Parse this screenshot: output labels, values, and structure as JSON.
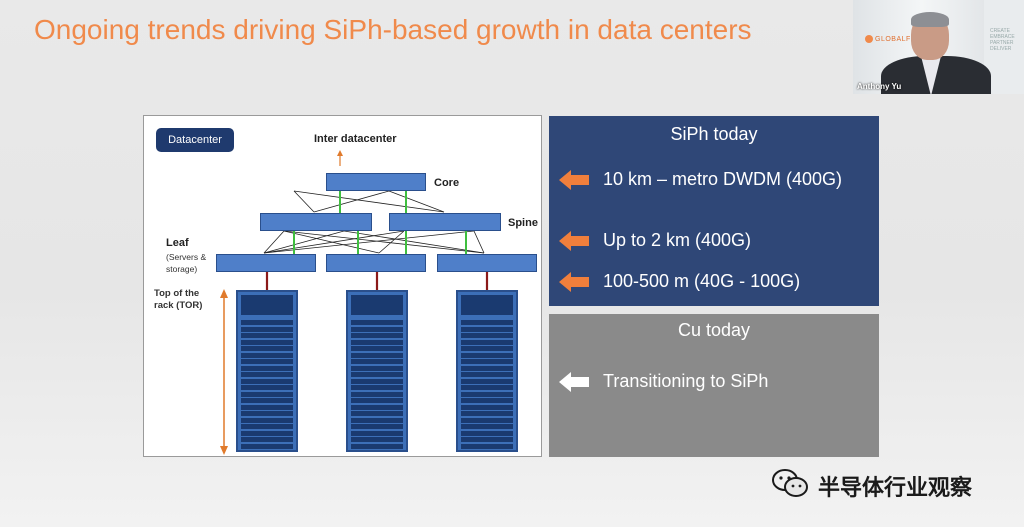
{
  "slide": {
    "title": "Ongoing trends driving SiPh-based growth in data centers"
  },
  "webcam": {
    "participant_name": "Anthony Yu",
    "logo_text": "GLOBALFO",
    "sign_text": "CREATE EMBRACE PARTNER DELIVER"
  },
  "diagram": {
    "badge": "Datacenter",
    "inter_label": "Inter datacenter",
    "core_label": "Core",
    "spine_label": "Spine",
    "leaf_label": "Leaf",
    "leaf_sub1": "(Servers &",
    "leaf_sub2": "storage)",
    "tor_label1": "Top of the",
    "tor_label2": "rack (TOR)"
  },
  "siph_panel": {
    "title": "SiPh today",
    "items": [
      {
        "text": "10 km – metro DWDM (400G)"
      },
      {
        "text": "Up to 2 km (400G)"
      },
      {
        "text": "100-500 m (40G - 100G)"
      }
    ],
    "arrow_color": "#f07f3c",
    "bg_color": "#2f4777"
  },
  "cu_panel": {
    "title": "Cu today",
    "items": [
      {
        "text": "Transitioning to SiPh"
      }
    ],
    "arrow_color": "#ffffff",
    "bg_color": "#8a8a8a"
  },
  "watermark": {
    "text": "半导体行业观察",
    "icon": "wechat-icon"
  },
  "colors": {
    "title": "#f08a4b",
    "switch": "#4f7fc9",
    "rack": "#3c6fb8",
    "link_green": "#3fbf3f",
    "link_red": "#8b1a1a",
    "tor_arrow": "#e07a2c"
  }
}
